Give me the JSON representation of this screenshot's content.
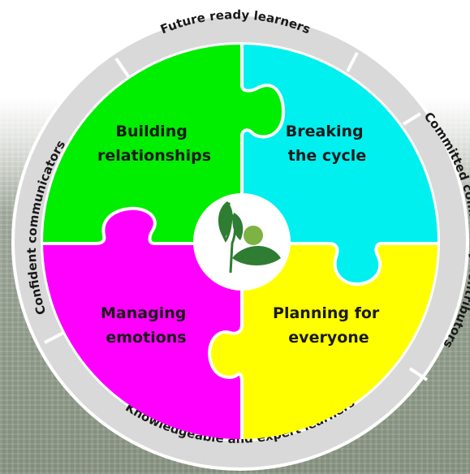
{
  "ring_labels": {
    "top": "Future ready learners",
    "right": "Committed community contributors",
    "bottom": "Knowledgeable and expert learners",
    "left": "Confident communicators"
  },
  "quadrants": {
    "top_left": {
      "line1": "Building",
      "line2": "relationships",
      "color": "#00ee00"
    },
    "top_right": {
      "line1": "Breaking",
      "line2": "the cycle",
      "color": "#00f0f0"
    },
    "bottom_left": {
      "line1": "Managing",
      "line2": "emotions",
      "color": "#ff00ff"
    },
    "bottom_right": {
      "line1": "Planning for",
      "line2": "everyone",
      "color": "#ffff00"
    }
  },
  "colors": {
    "ring": "#d9d9d9",
    "ring_border": "#ffffff",
    "logo_green": "#2e7d32",
    "logo_light_green": "#7cb342"
  },
  "center_icon": "leaf-logo-icon"
}
